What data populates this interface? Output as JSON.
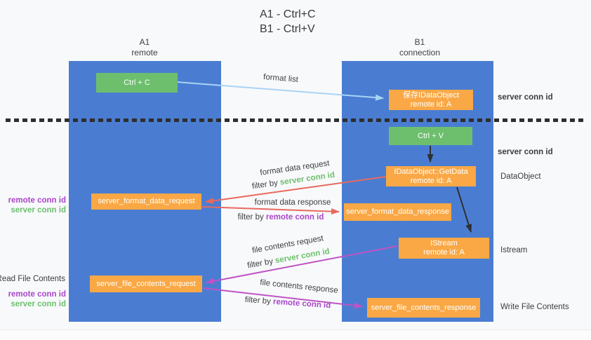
{
  "title": {
    "line1": "A1 - Ctrl+C",
    "line2": "B1 - Ctrl+V"
  },
  "lanes": {
    "a1": {
      "title": "A1",
      "subtitle": "remote"
    },
    "b1": {
      "title": "B1",
      "subtitle": "connection"
    }
  },
  "nodes": {
    "ctrl_c": {
      "label": "Ctrl + C"
    },
    "ctrl_v": {
      "label": "Ctrl + V"
    },
    "save_dataobject": {
      "line1": "保存IDataObject",
      "line2": "remote id: A"
    },
    "getdata": {
      "line1": "IDataObject::GetData",
      "line2": "remote id: A"
    },
    "istream": {
      "line1": "IStream",
      "line2": "remote id: A"
    },
    "format_request": {
      "label": "server_format_data_request"
    },
    "format_response": {
      "label": "server_format_data_response"
    },
    "file_request": {
      "label": "server_file_contents_request"
    },
    "file_response": {
      "label": "server_file_contents_response"
    }
  },
  "flow_labels": {
    "format_list": "format list",
    "format_data_request": "format data request",
    "format_data_response": "format data response",
    "file_contents_request": "file contents request",
    "file_contents_response": "file contents response",
    "filter_by": "filter by ",
    "server_conn_id": "server conn id",
    "remote_conn_id": "remote conn id"
  },
  "side_labels": {
    "right_server_conn_id_1": "server conn id",
    "right_server_conn_id_2": "server conn id",
    "data_object": "DataObject",
    "istream": "Istream",
    "write_file_contents": "Write File Contents",
    "read_file_contents": "Read File Contents",
    "left_remote_conn_id_1": "remote conn id",
    "left_server_conn_id_1": "server conn id",
    "left_remote_conn_id_2": "remote conn id",
    "left_server_conn_id_2": "server conn id"
  },
  "colors": {
    "lane_blue": "#4a7dd2",
    "node_green": "#6dbf6d",
    "node_orange": "#f9a845",
    "arrow_light_blue": "#a9d3f5",
    "arrow_red": "#e8695e",
    "arrow_magenta": "#bf53c5",
    "arrow_black": "#2f2f2f",
    "text_green": "#6cc06c",
    "text_purple": "#a846c8",
    "text_dark": "#3c3c3c",
    "background": "#f8f9fb"
  }
}
